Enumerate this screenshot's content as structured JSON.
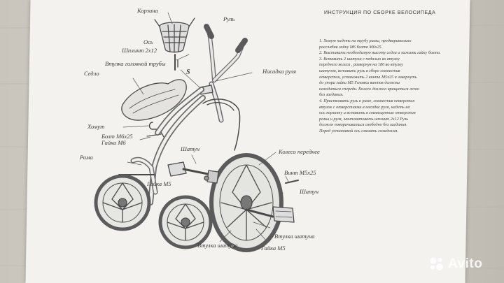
{
  "document": {
    "heading": "ИНСТРУКЦИЯ ПО   СБОРКЕ   ВЕЛОСИПЕДА",
    "instructions": [
      "1. Хомут надеть на трубу рамы, предварительно",
      "расслабив гайку М6 болта М6х25.",
      "2. Выставить необходимую высоту седла и зажать гайку болта.",
      "3. Вставить 2 шатуна с педалью во втулку",
      "переднего колеса , развернув на 180 во втулку",
      "шатунов, вставить руль в сборе совместив",
      "отверстия, установить  2  винта  М5х25  и  завернуть",
      "до упора  гайки  М5  Головки  винтов  должны",
      "находиться спереди.  Колесо  должно  вращаться  легко",
      "без заедания.",
      "4. Пристковать руль к  раме, совместив  отверстия",
      "втулок с отверстиями в насадке руля, надеть на",
      "ось корзинку и вставить в совмещенные отверстия",
      "рамы и руля, зашплинтовать шплинт 2х12 Руль",
      "должен поворачиваться  свободно  без заедания.",
      "Перед установкой ось смазать солидолом."
    ]
  },
  "diagram": {
    "labels": {
      "basket": "Корзина",
      "handlebar": "Руль",
      "axle": "Ось",
      "cotter_pin": "Шплинт 2х12",
      "head_tube_bushing": "Втулка головной трубы",
      "handlebar_mount": "Насадка руля",
      "saddle": "Седло",
      "clamp": "Хомут",
      "bolt_m6x25": "Болт  М6х25",
      "nut_m6": "Гайка  М6",
      "frame": "Рама",
      "crank_left": "Шатун",
      "front_wheel": "Колесо переднее",
      "screw_m5x25": "Винт  М5х25",
      "crank_right": "Шатун",
      "nut_m5_left": "Гайка  М5",
      "crank_bushing_right": "Втулка шатуна",
      "crank_bushing_left": "Втулка шатуна",
      "nut_m5_bottom": "Гайка  М5",
      "s_mark": "S"
    }
  },
  "watermark": {
    "text": "Avito",
    "dot_colors": [
      "#ffffff",
      "#ffffff",
      "#ffffff",
      "#ffffff"
    ]
  }
}
